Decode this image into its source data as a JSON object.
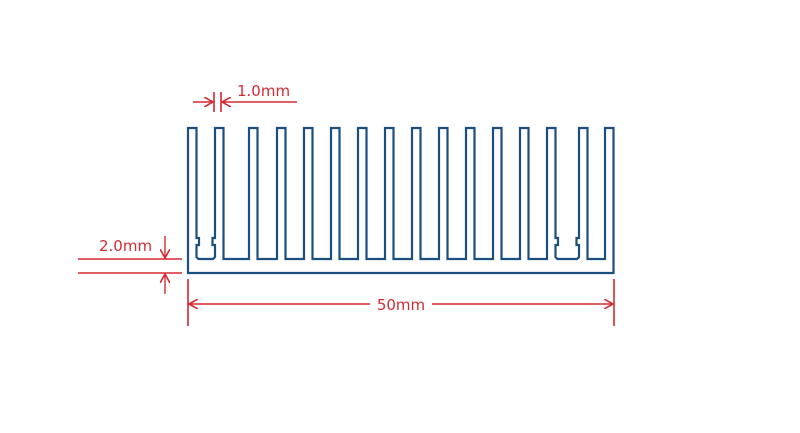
{
  "diagram": {
    "colors": {
      "profile": "#1b4f80",
      "dimension": "#d42a32"
    },
    "dimensions": {
      "fin_thickness": "1.0mm",
      "base_thickness": "2.0mm",
      "overall_width": "50mm"
    }
  }
}
